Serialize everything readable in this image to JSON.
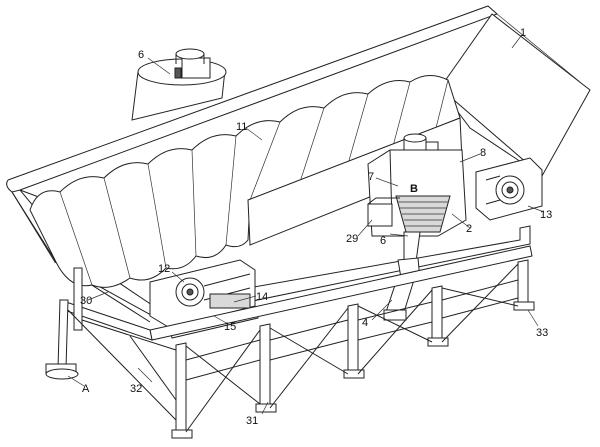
{
  "labels": {
    "l1": "1",
    "l2": "2",
    "l4": "4",
    "l6a": "6",
    "l6b": "6",
    "l7": "7",
    "l8": "8",
    "lB": "B",
    "l11": "11",
    "l12": "12",
    "l13": "13",
    "l14": "14",
    "l15": "15",
    "l29": "29",
    "l30": "30",
    "l31": "31",
    "l32": "32",
    "l33": "33",
    "lA": "A"
  }
}
